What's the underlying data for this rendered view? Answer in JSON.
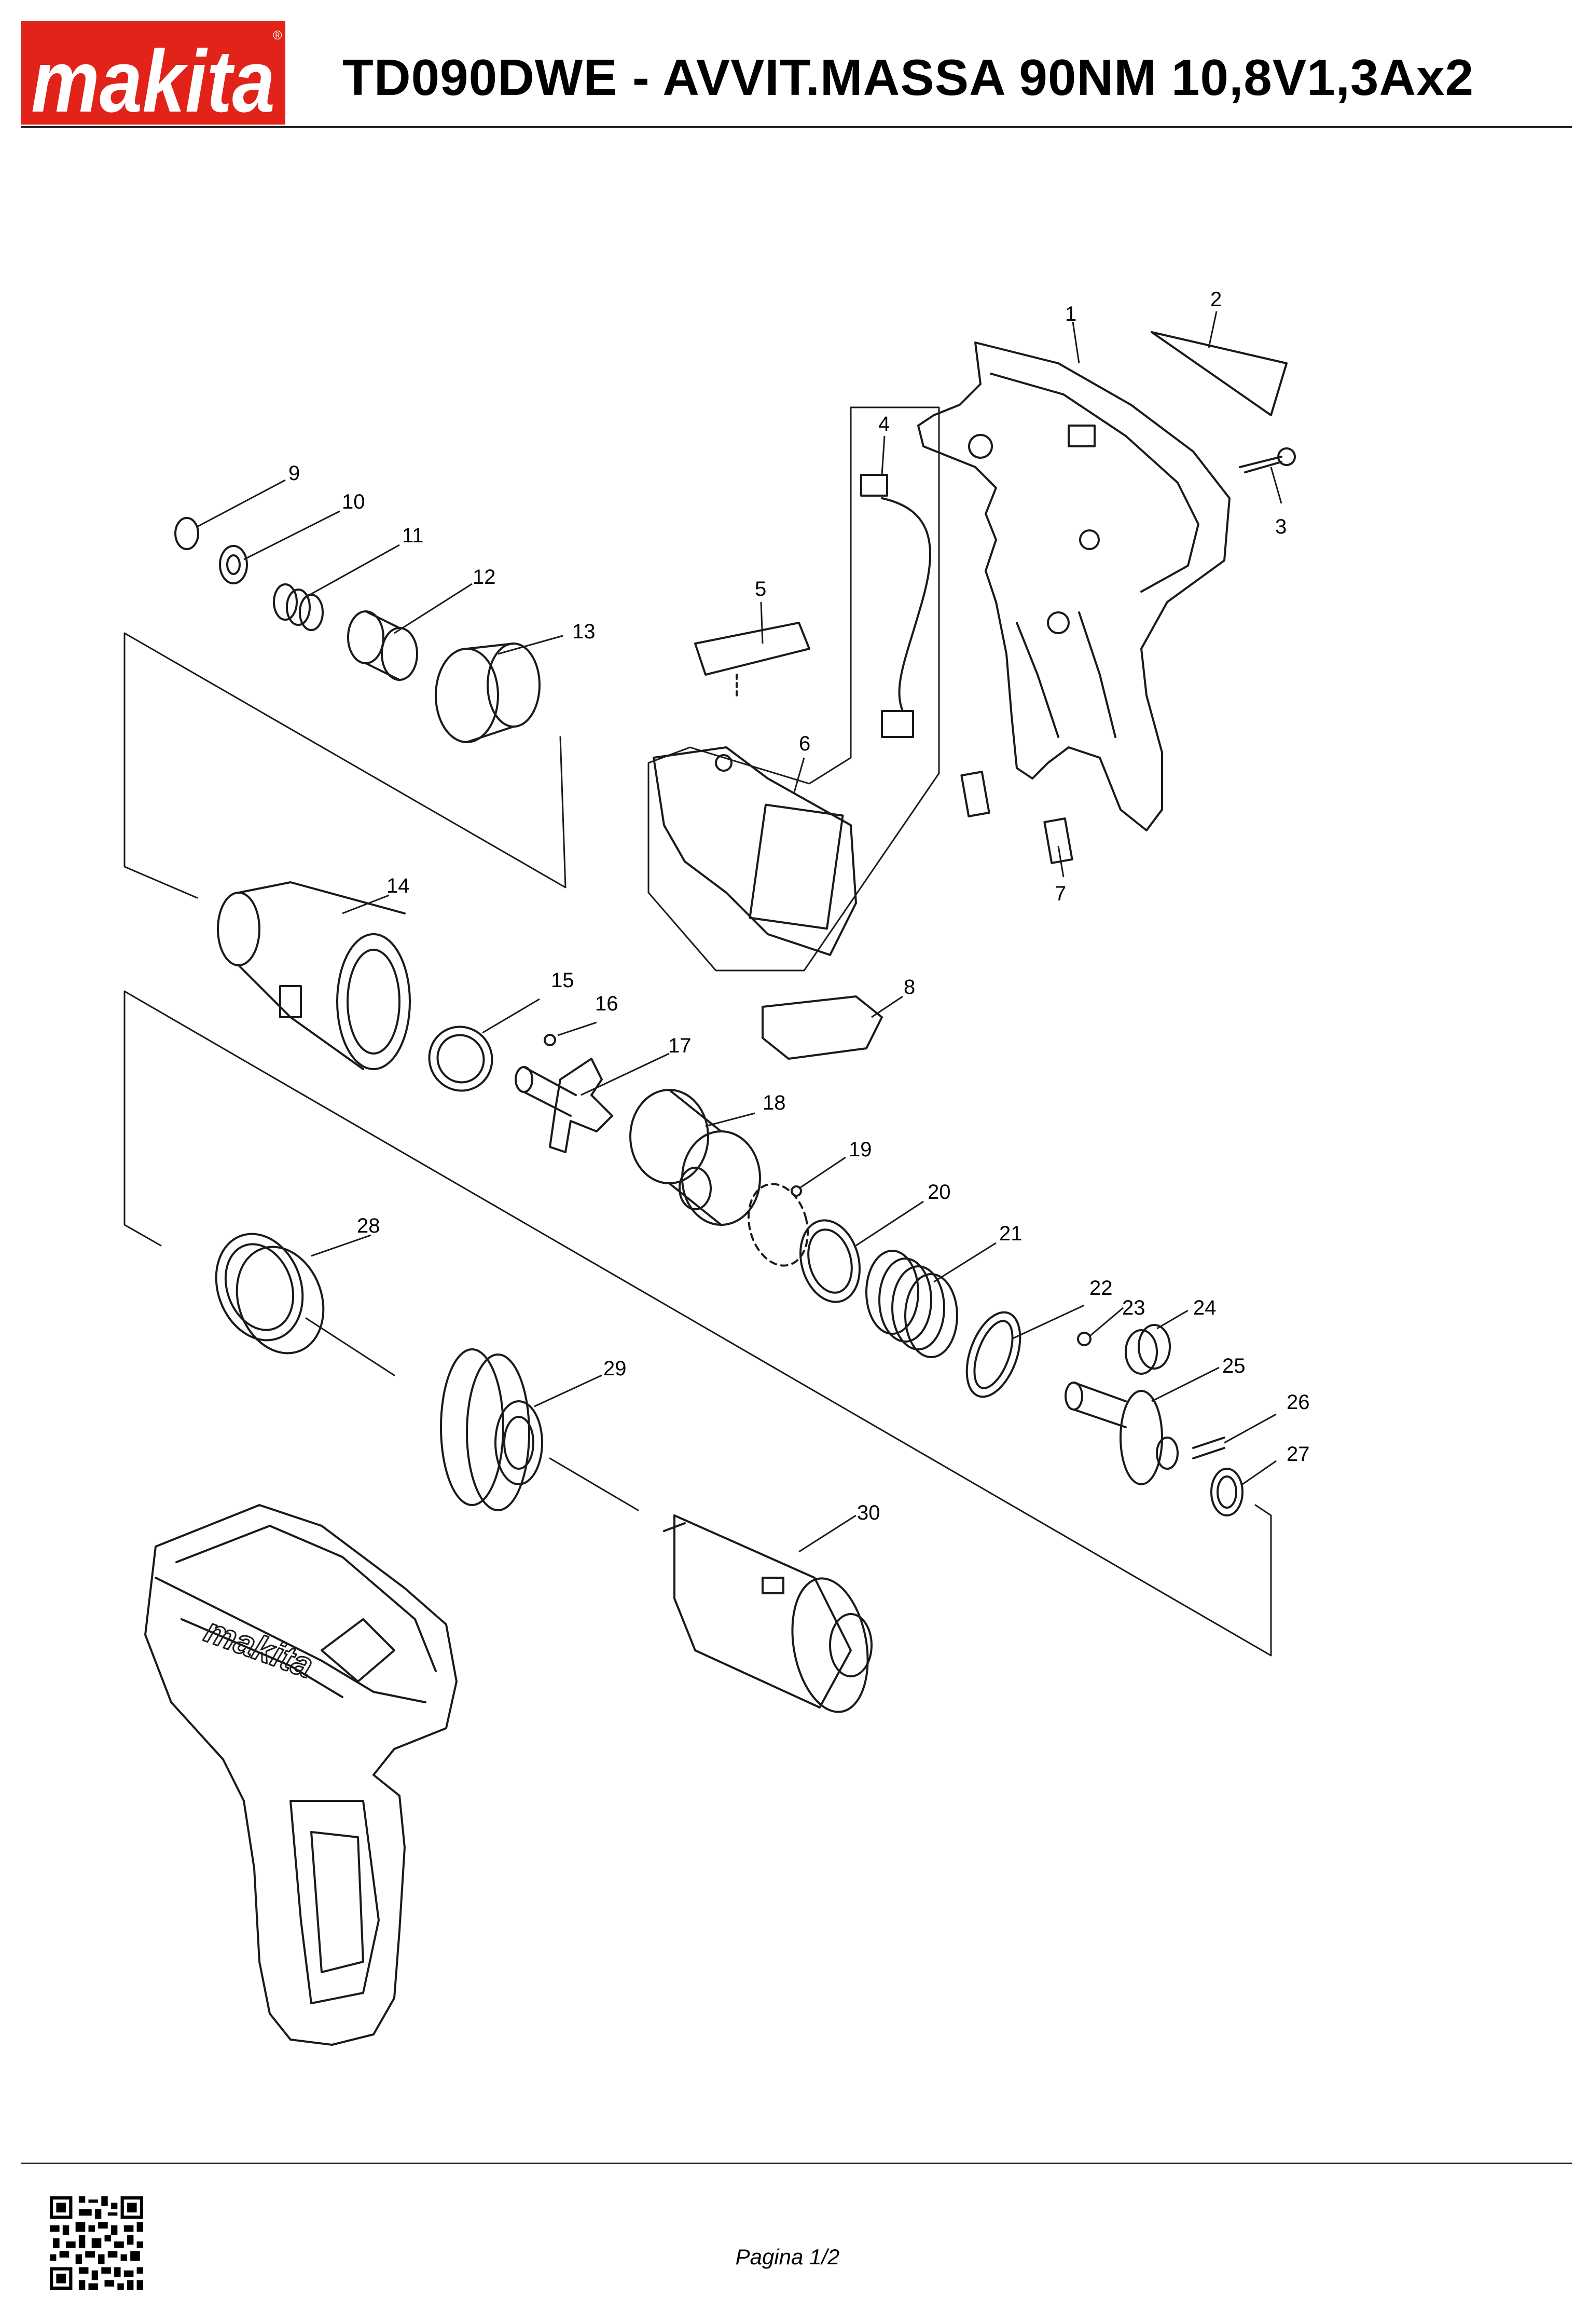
{
  "header": {
    "brand": "makita",
    "title": "TD090DWE - AVVIT.MASSA 90NM 10,8V1,3Ax2"
  },
  "diagram": {
    "part_numbers": [
      "1",
      "2",
      "3",
      "4",
      "5",
      "6",
      "7",
      "8",
      "9",
      "10",
      "11",
      "12",
      "13",
      "14",
      "15",
      "16",
      "17",
      "18",
      "19",
      "20",
      "21",
      "22",
      "23",
      "24",
      "25",
      "26",
      "27",
      "28",
      "29",
      "30"
    ],
    "tool_brand": "makita"
  },
  "footer": {
    "page": "Pagina 1/2",
    "qr_icon": "qr-code-icon"
  },
  "colors": {
    "brand_red": "#e2231a",
    "line": "#1a1a1a"
  }
}
